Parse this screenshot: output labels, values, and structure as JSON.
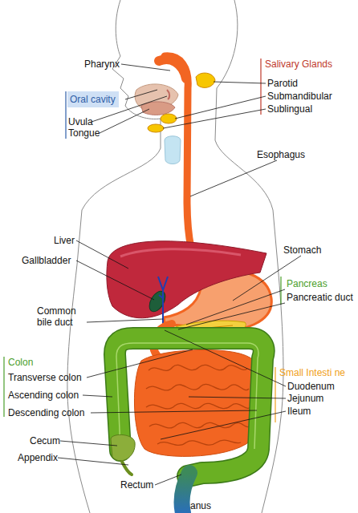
{
  "diagram": {
    "nodes": [
      {
        "text": [
          "Oral cavity"
        ]
      }
    ],
    "labels": [
      "Pharynx",
      "Salivary Glands",
      "Parotid",
      "Submandibular",
      "Sublingual",
      "Uvula",
      "Tongue",
      "Esophagus",
      "Liver",
      "Gallbladder",
      "Stomach",
      "Pancreas",
      "Pancreatic duct",
      "Common bile duct",
      "Colon",
      "Small Intesti ne",
      "Transverse colon",
      "Duodenum",
      "Jejunum",
      "Ascending colon",
      "Ileum",
      "Descending colon",
      "Cecum",
      "Appendix",
      "Rectum",
      "anus"
    ]
  }
}
